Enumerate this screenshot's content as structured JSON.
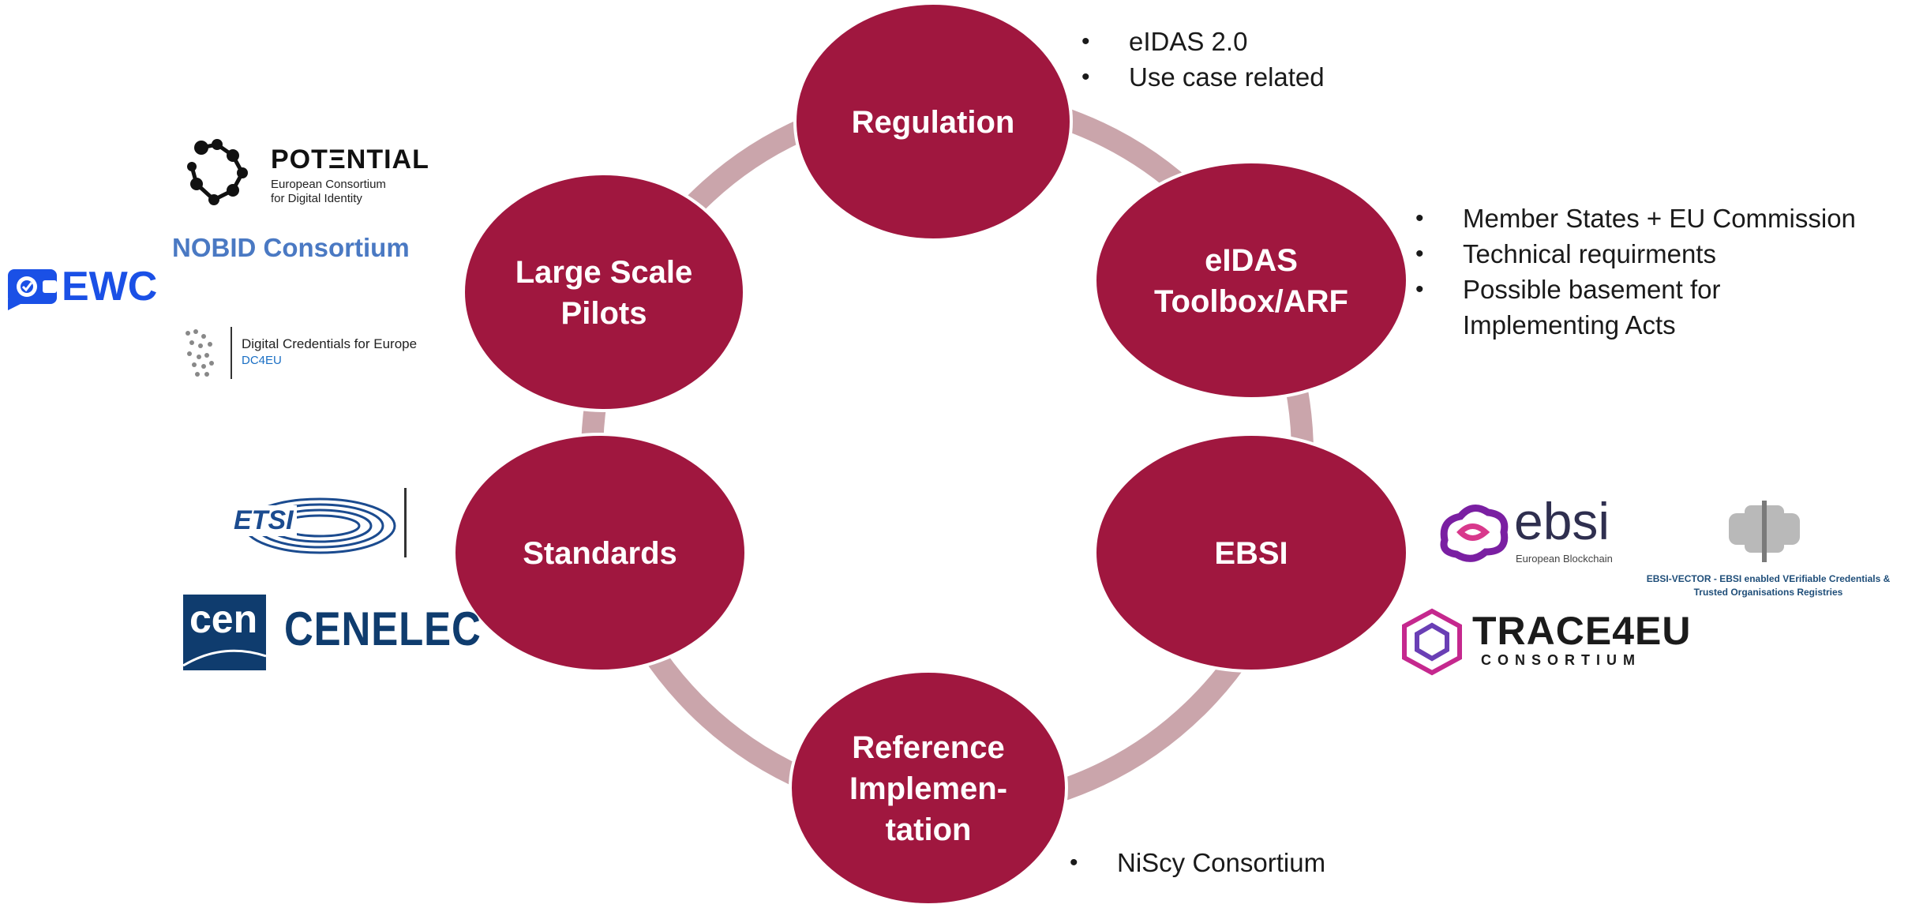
{
  "nodes": [
    {
      "id": "regulation",
      "lines": [
        "Regulation"
      ]
    },
    {
      "id": "eidas-toolbox",
      "lines": [
        "eIDAS",
        "Toolbox/ARF"
      ]
    },
    {
      "id": "ebsi",
      "lines": [
        "EBSI"
      ]
    },
    {
      "id": "reference-implementation",
      "lines": [
        "Reference",
        "Implemen-",
        "tation"
      ]
    },
    {
      "id": "standards",
      "lines": [
        "Standards"
      ]
    },
    {
      "id": "large-scale-pilots",
      "lines": [
        "Large Scale",
        "Pilots"
      ]
    }
  ],
  "notes": {
    "regulation": [
      "eIDAS 2.0",
      "Use case related"
    ],
    "eidas_toolbox": [
      "Member States + EU Commission",
      "Technical requirments",
      "Possible basement for Implementing Acts"
    ],
    "reference_implementation": [
      "NiScy Consortium"
    ]
  },
  "logos": {
    "potential": {
      "name": "POTΞNTIAL",
      "sub1": "European Consortium",
      "sub2": "for Digital Identity"
    },
    "nobid": "NOBID Consortium",
    "ewc": "EWC",
    "dc4eu": {
      "line1": "Digital Credentials for Europe",
      "line2": "DC4EU"
    },
    "etsi": "ETSI",
    "cen": "cen",
    "cenelec": "CENELEC",
    "ebsi": {
      "name": "ebsi",
      "sub": "European Blockchain"
    },
    "ebsi_vector": {
      "line1": "EBSI-VECTOR - EBSI enabled VErifiable Credentials &",
      "line2": "Trusted Organisations Registries"
    },
    "trace4eu": {
      "name": "TRACE4EU",
      "sub": "CONSORTIUM"
    }
  },
  "colors": {
    "node_fill": "#a0173f",
    "ring": "#caa5ab",
    "ewc_blue": "#1a50e6",
    "nobid_blue": "#4a79c3",
    "etsi_blue": "#1b4b8f",
    "cen_navy": "#0f3c6e",
    "ebsi_purple": "#7a1fa2",
    "trace_magenta": "#c5288e"
  }
}
